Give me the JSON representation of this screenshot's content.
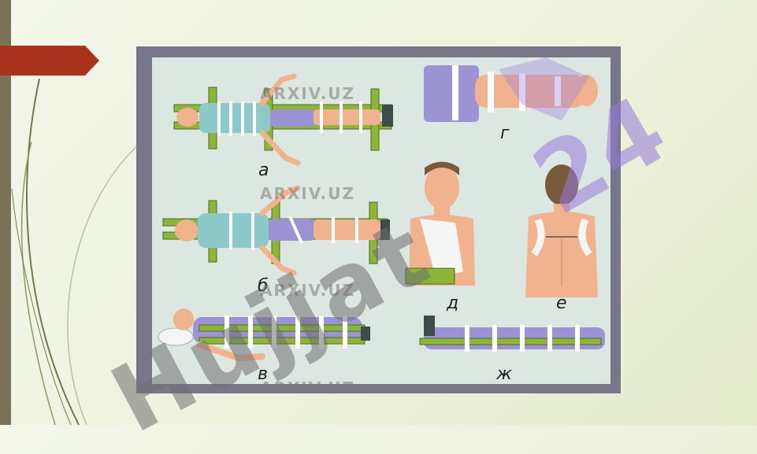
{
  "figure": {
    "labels": {
      "a": "а",
      "b": "б",
      "v": "в",
      "g": "г",
      "d": "д",
      "e": "е",
      "zh": "ж"
    }
  },
  "watermark": {
    "site": "ARXIV.UZ",
    "large": "Hujjat",
    "accent": "24"
  },
  "colors": {
    "frame": "#7a7689",
    "panel": "#dde7e2",
    "splint": "#8db53a",
    "bandage": "#e9eef0",
    "skin": "#f1b28e",
    "shirt": "#8ec9c9",
    "trousers": "#9b93d4",
    "pointer": "#a8321b"
  }
}
